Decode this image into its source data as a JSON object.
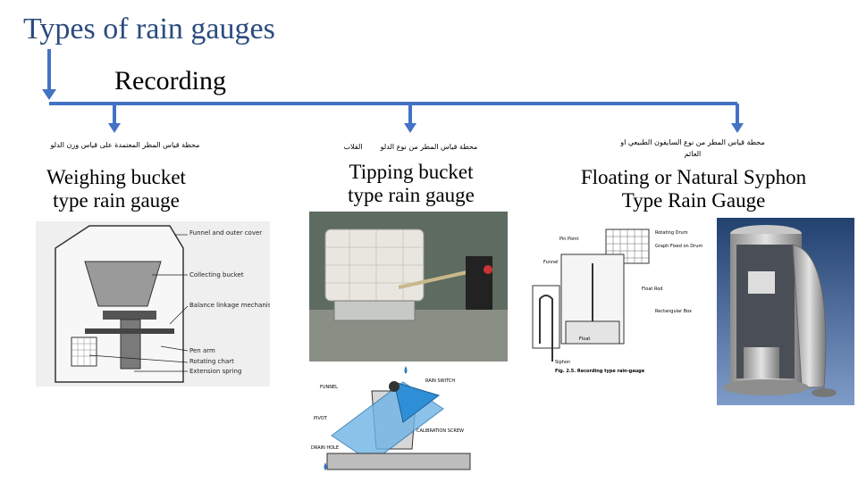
{
  "slide": {
    "title": "Types of rain gauges",
    "recording": "Recording",
    "accent_color": "#4472c4"
  },
  "columns": [
    {
      "arabic": "محطة قياس المطر المعتمدة على قياس وزن الدلو",
      "label_line1": "Weighing bucket",
      "label_line2": "type rain gauge",
      "diagram_labels": [
        "Funnel and outer cover",
        "Collecting bucket",
        "Balance linkage mechanism",
        "Pen arm",
        "Rotating chart",
        "Extension spring"
      ]
    },
    {
      "arabic_a": "القلاب",
      "arabic_b": "محطة قياس المطر من نوع الدلو",
      "label_line1": "Tipping bucket",
      "label_line2": "type rain gauge",
      "diagram_labels": [
        "FUNNEL",
        "RAIN SWITCH",
        "PIVOT",
        "CALIBRATION SCREW",
        "DRAIN HOLE"
      ]
    },
    {
      "arabic_line1": "محطة قياس المطر من نوع السايفون الطبيعي او",
      "arabic_line2": "العائم",
      "label_line1": "Floating or Natural Syphon",
      "label_line2": "Type Rain Gauge",
      "diagram_labels": [
        "Pin Point",
        "Rotating Drum",
        "Graph Fixed on Drum",
        "Funnel",
        "Float Rod",
        "Rectangular Box",
        "Float",
        "Siphon",
        "Fig. 2.5. Recording type rain-gauge"
      ]
    }
  ]
}
